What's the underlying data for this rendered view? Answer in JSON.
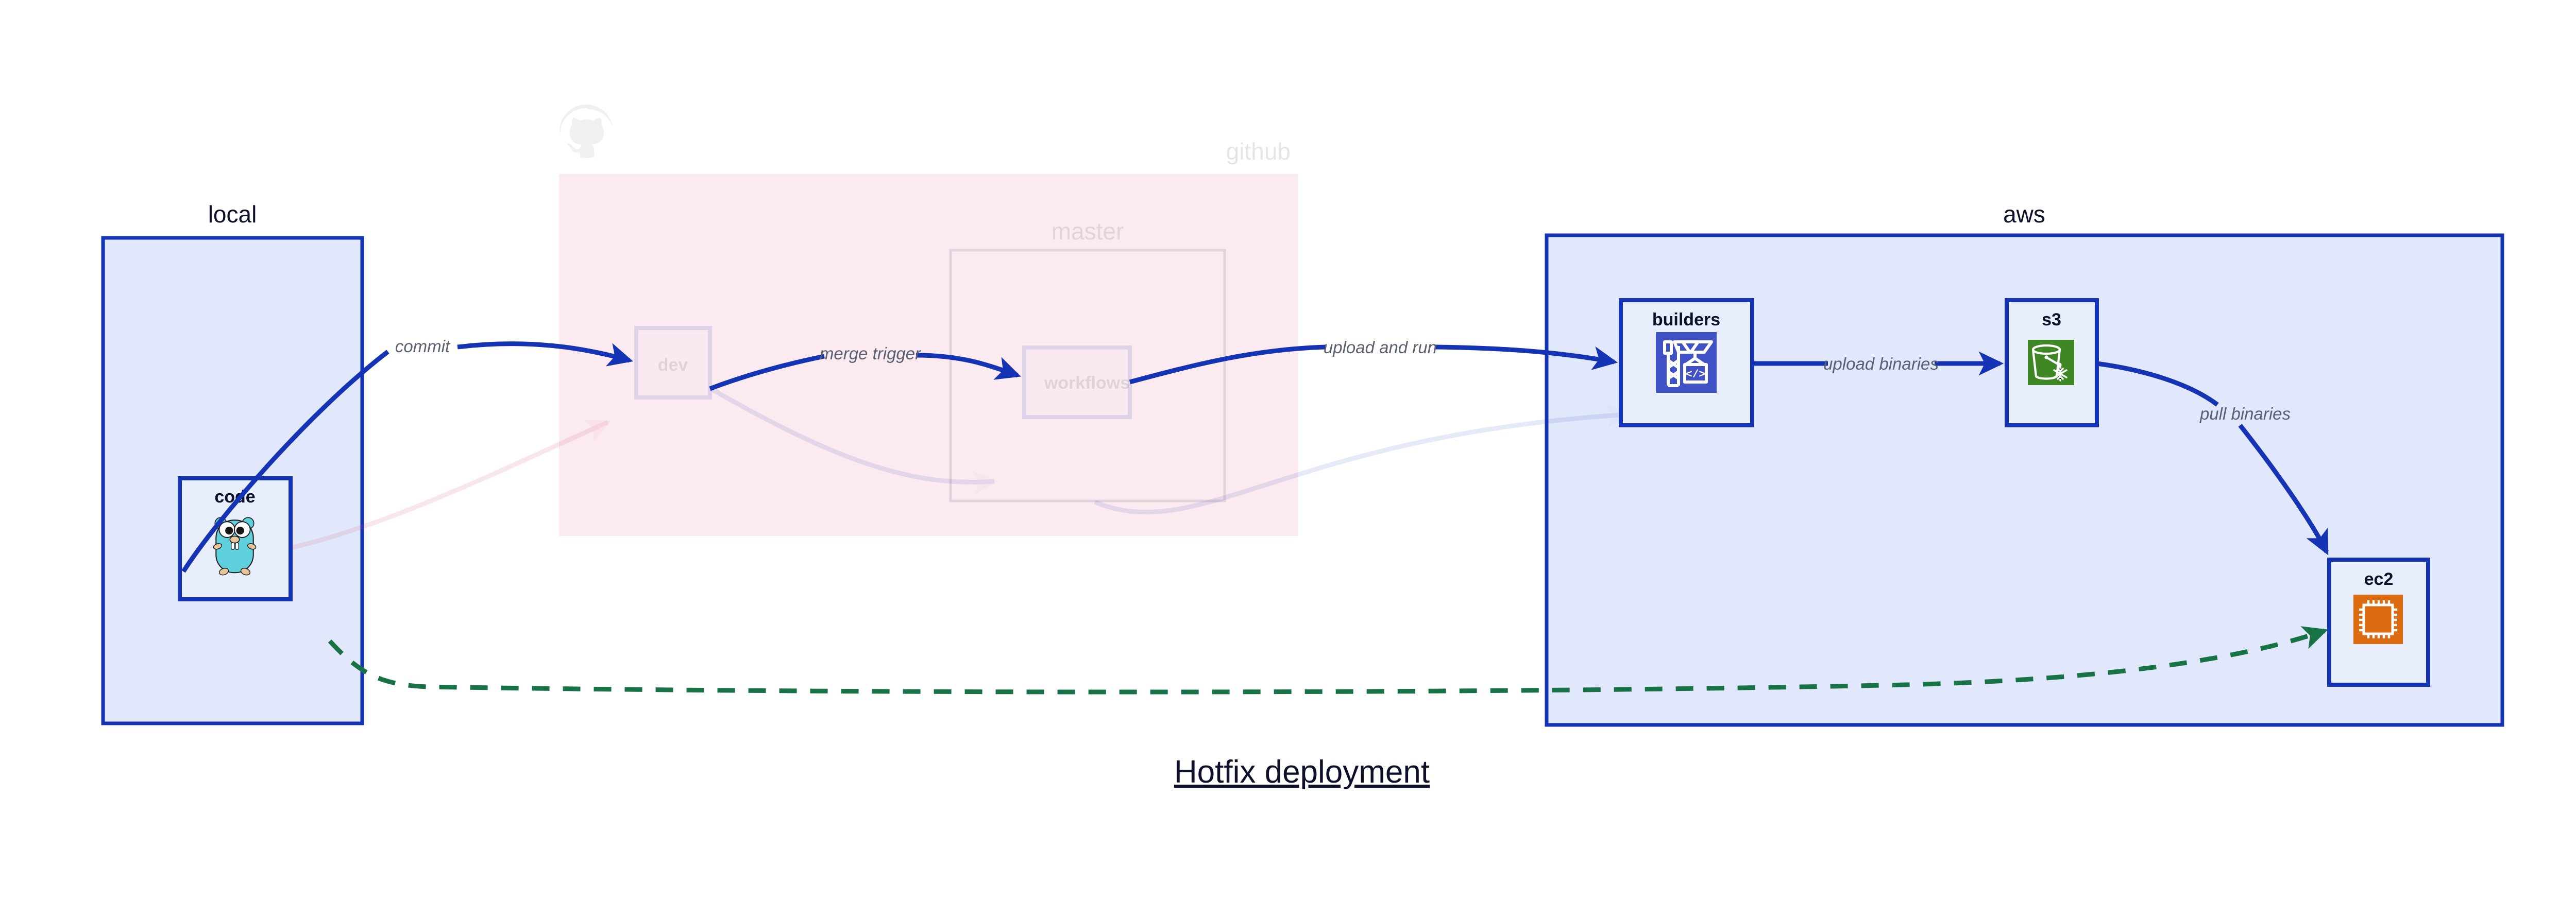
{
  "title": "Hotfix deployment",
  "colors": {
    "edge_blue": "#1433b5",
    "dashed_green": "#177245",
    "container_fill": "#e2e8fb",
    "github_fill": "#fae3e9",
    "node_fill": "#e9eefc",
    "label_text": "#0d1028",
    "edge_label_text": "#5a6070",
    "builders_icon_bg": "#3f51c4",
    "s3_icon_bg": "#3f8624",
    "ec2_icon_bg": "#dd6b10",
    "gopher_body": "#5fd0de"
  },
  "groups": [
    {
      "id": "local",
      "label": "local",
      "faded": false
    },
    {
      "id": "github",
      "label": "github",
      "faded": true
    },
    {
      "id": "aws",
      "label": "aws",
      "faded": false
    }
  ],
  "subgroups": [
    {
      "id": "master",
      "label": "master",
      "faded": true
    }
  ],
  "nodes": [
    {
      "id": "code",
      "label": "code",
      "icon": "go-gopher-icon",
      "faded": false
    },
    {
      "id": "dev",
      "label": "dev",
      "icon": "none",
      "faded": true
    },
    {
      "id": "workflows",
      "label": "workflows",
      "icon": "none",
      "faded": true
    },
    {
      "id": "builders",
      "label": "builders",
      "icon": "aws-codebuild-icon",
      "faded": false
    },
    {
      "id": "s3",
      "label": "s3",
      "icon": "aws-s3-glacier-icon",
      "faded": false
    },
    {
      "id": "ec2",
      "label": "ec2",
      "icon": "aws-ec2-icon",
      "faded": false
    }
  ],
  "edges": [
    {
      "id": "commit",
      "label": "commit",
      "from": "code",
      "to": "dev",
      "style": "solid",
      "faded": false
    },
    {
      "id": "merge-trigger",
      "label": "merge trigger",
      "from": "dev",
      "to": "workflows",
      "style": "solid",
      "faded": false
    },
    {
      "id": "upload-and-run",
      "label": "upload and run",
      "from": "workflows",
      "to": "builders",
      "style": "solid",
      "faded": false
    },
    {
      "id": "upload-binaries",
      "label": "upload binaries",
      "from": "builders",
      "to": "s3",
      "style": "solid",
      "faded": false
    },
    {
      "id": "pull-binaries",
      "label": "pull binaries",
      "from": "s3",
      "to": "ec2",
      "style": "solid",
      "faded": false
    },
    {
      "id": "direct-deploy",
      "label": "",
      "from": "code",
      "to": "ec2",
      "style": "dashed",
      "faded": false
    }
  ],
  "icons": {
    "github_logo": "github-octocat-icon"
  }
}
